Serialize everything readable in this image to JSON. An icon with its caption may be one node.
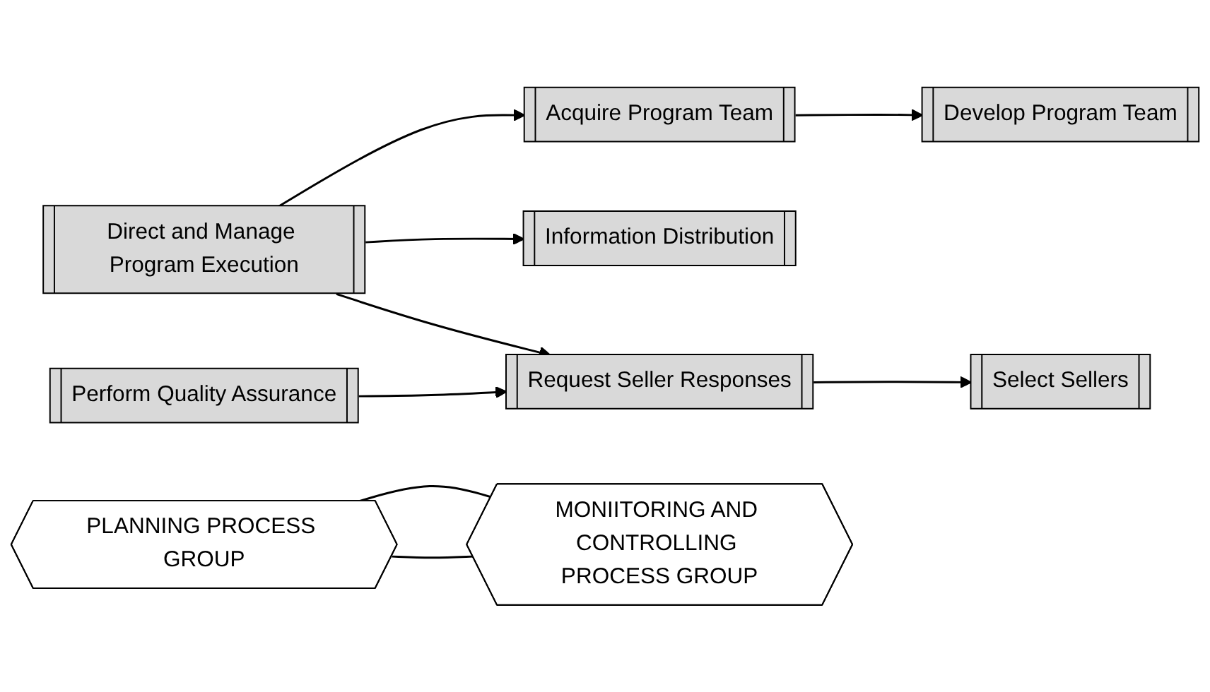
{
  "diagram": {
    "nodes": [
      {
        "text": [
          "PLANNING PROCESS GROUP"
        ]
      },
      {
        "text": [
          "Direct and Manage Program Execution"
        ]
      },
      {
        "text": [
          "Acquire Program Team"
        ]
      },
      {
        "text": [
          "Develop Program Team"
        ]
      },
      {
        "text": [
          "Information Distribution"
        ]
      },
      {
        "text": [
          "Perform Quality Assurance"
        ]
      },
      {
        "text": [
          "Request Seller Responses"
        ]
      },
      {
        "text": [
          "Select Sellers"
        ]
      },
      {
        "text": [
          "MONIITORING AND CONTROLLING PROCESS GROUP"
        ]
      }
    ],
    "edges": [
      {
        "from": 1,
        "to": 2,
        "arrow": "to"
      },
      {
        "from": 2,
        "to": 3,
        "arrow": "to"
      },
      {
        "from": 1,
        "to": 4,
        "arrow": "to"
      },
      {
        "from": 1,
        "to": 6,
        "arrow": "to"
      },
      {
        "from": 5,
        "to": 6,
        "arrow": "to"
      },
      {
        "from": 6,
        "to": 7,
        "arrow": "to"
      },
      {
        "from": 0,
        "to": 8,
        "arrow": "none"
      },
      {
        "from": 0,
        "to": 8,
        "arrow": "none"
      }
    ]
  }
}
